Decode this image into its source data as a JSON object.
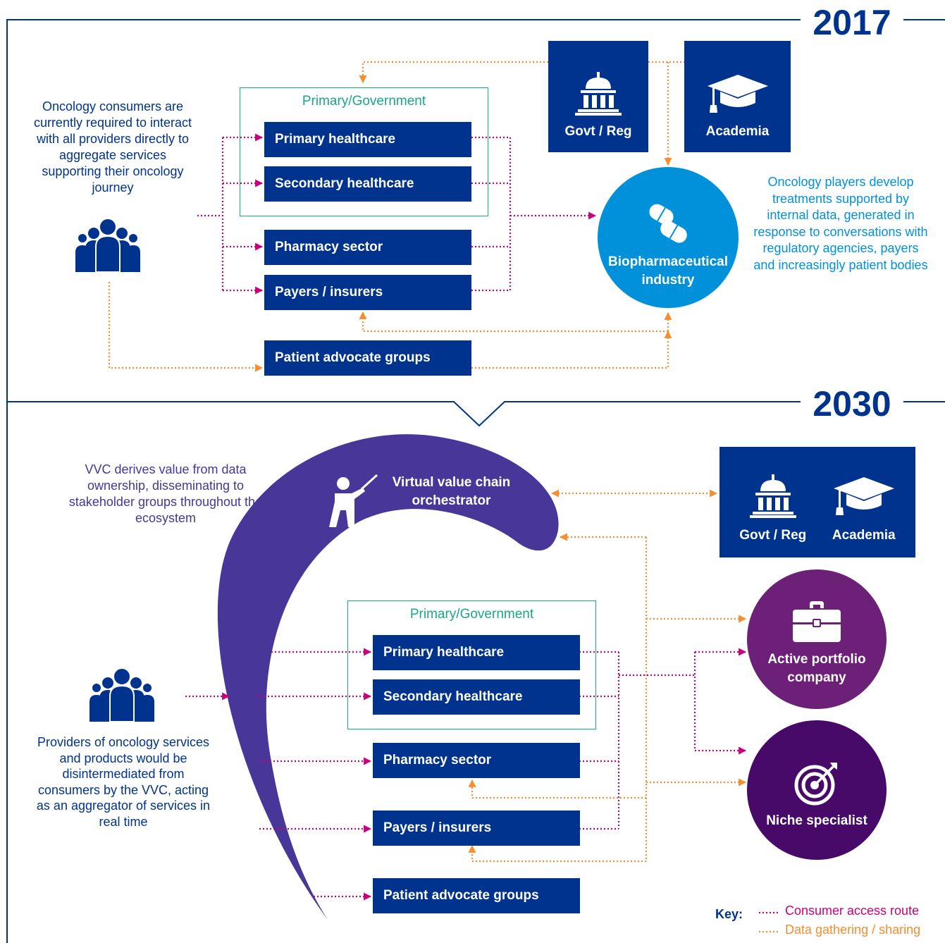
{
  "section_2017": {
    "year": "2017",
    "consumer_note": "Oncology consumers are currently required to interact with all providers directly to aggregate services supporting their oncology journey",
    "group_label": "Primary/Government",
    "boxes": {
      "primary": "Primary healthcare",
      "secondary": "Secondary healthcare",
      "pharmacy": "Pharmacy sector",
      "payers": "Payers / insurers",
      "patient": "Patient advocate groups"
    },
    "govt": "Govt / Reg",
    "academia": "Academia",
    "biopharma": "Biopharmaceutical industry",
    "players_note": "Oncology players develop treatments supported by internal data, generated in response to conversations with regulatory agencies, payers and increasingly patient bodies"
  },
  "section_2030": {
    "year": "2030",
    "vvc_note": "VVC derives value from data ownership, disseminating to stakeholder groups throughout the ecosystem",
    "orchestrator": "Virtual value chain orchestrator",
    "group_label": "Primary/Government",
    "boxes": {
      "primary": "Primary healthcare",
      "secondary": "Secondary healthcare",
      "pharmacy": "Pharmacy sector",
      "payers": "Payers / insurers",
      "patient": "Patient advocate groups"
    },
    "govt": "Govt / Reg",
    "academia": "Academia",
    "active_portfolio": "Active portfolio company",
    "niche": "Niche specialist",
    "providers_note": "Providers of oncology services and products would be disintermediated from consumers by the VVC, acting as an aggregator of services in real time"
  },
  "key": {
    "label": "Key:",
    "consumer_route": "Consumer access route",
    "data_sharing": "Data gathering / sharing"
  },
  "colors": {
    "navy": "#00338d",
    "cyan": "#0091da",
    "purple": "#483698",
    "violet": "#6d2077",
    "dark_violet": "#470a68",
    "green": "#1aa68b",
    "magenta": "#c6007e",
    "orange": "#f68d2e"
  }
}
